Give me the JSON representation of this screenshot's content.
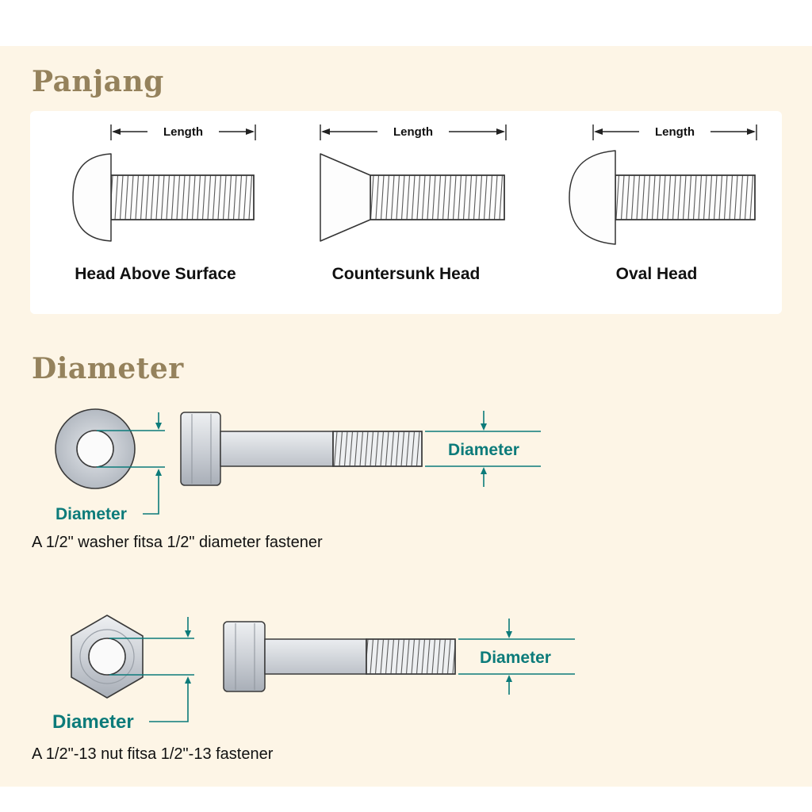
{
  "theme": {
    "page_background": "#fdf5e6",
    "panel_background": "#ffffff",
    "heading_color": "#95825c",
    "accent_teal": "#0c7b7a",
    "line_color": "#3a3a3a"
  },
  "length_section": {
    "title": "Panjang",
    "dimension_label": "Length",
    "bolts": [
      {
        "caption": "Head Above Surface"
      },
      {
        "caption": "Countersunk Head"
      },
      {
        "caption": "Oval Head"
      }
    ]
  },
  "diameter_section": {
    "title": "Diameter",
    "washer_diagram": {
      "label_left": "Diameter",
      "label_right": "Diameter",
      "caption": "A 1/2\" washer fitsa 1/2\" diameter fastener"
    },
    "nut_diagram": {
      "label_left": "Diameter",
      "label_right": "Diameter",
      "caption": "A 1/2\"-13 nut fitsa 1/2\"-13 fastener"
    }
  }
}
